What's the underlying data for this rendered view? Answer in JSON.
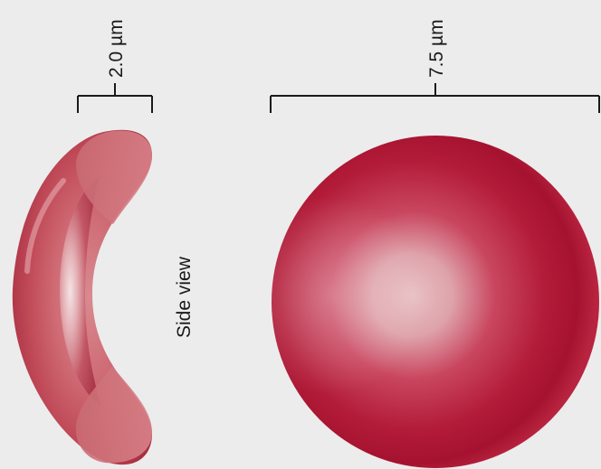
{
  "labels": {
    "side_measure": "2.0 µm",
    "face_measure": "7.5 µm",
    "side_view": "Side view"
  },
  "colors": {
    "background": "#ececec",
    "cell_red": "#b51f3a",
    "cell_dark": "#8e1229",
    "cell_light": "#e6b5bd",
    "side_pink": "#c45560",
    "line": "#1a1a1a"
  }
}
